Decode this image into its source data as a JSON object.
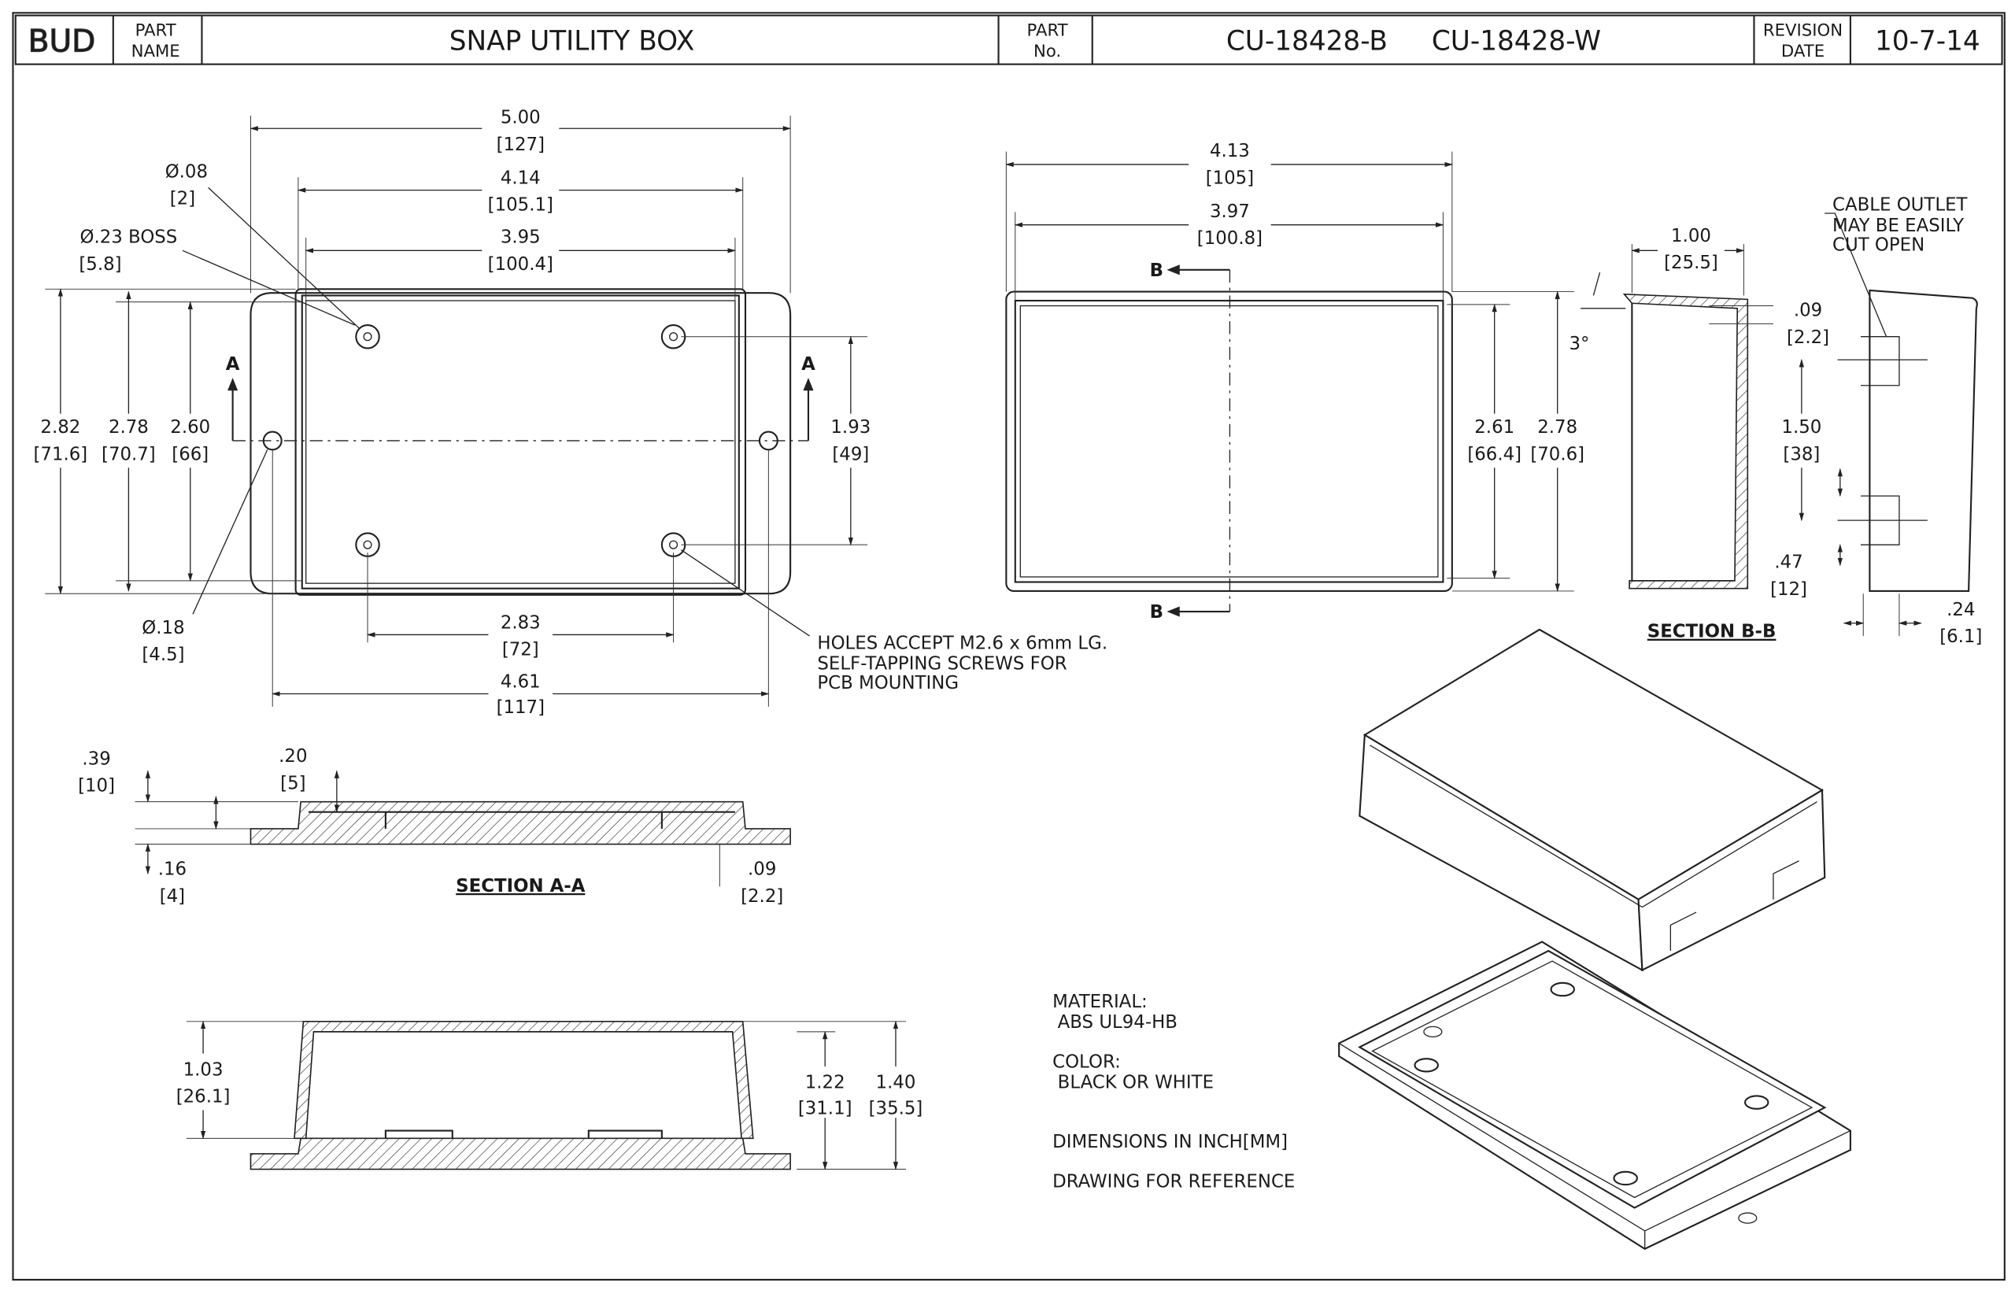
{
  "title_block": {
    "logo": "BUD",
    "part_name_label": [
      "PART",
      "NAME"
    ],
    "part_name": "SNAP UTILITY BOX",
    "part_no_label": [
      "PART",
      "No."
    ],
    "part_numbers": [
      "CU-18428-B",
      "CU-18428-W"
    ],
    "revision_label": [
      "REVISION",
      "DATE"
    ],
    "revision_date": "10-7-14"
  },
  "top_view": {
    "overall_width": [
      "5.00",
      "[127]"
    ],
    "inner_width": [
      "4.14",
      "[105.1]"
    ],
    "cavity_width": [
      "3.95",
      "[100.4]"
    ],
    "hole_dia": [
      "Ø.08",
      "[2]"
    ],
    "boss_dia": [
      "Ø.23 BOSS",
      "[5.8]"
    ],
    "overall_height": [
      "2.82",
      "[71.6]"
    ],
    "inner_height": [
      "2.78",
      "[70.7]"
    ],
    "cavity_height": [
      "2.60",
      "[66]"
    ],
    "hole_spacing_v": [
      "1.93",
      "[49]"
    ],
    "mount_hole_dia": [
      "Ø.18",
      "[4.5]"
    ],
    "hole_spacing_h": [
      "2.83",
      "[72]"
    ],
    "mount_spacing": [
      "4.61",
      "[117]"
    ],
    "section_marker": "A",
    "holes_note": [
      "HOLES ACCEPT M2.6 x 6mm LG.",
      "SELF-TAPPING SCREWS FOR",
      "PCB MOUNTING"
    ]
  },
  "cover_view": {
    "outer_width": [
      "4.13",
      "[105]"
    ],
    "inner_width": [
      "3.97",
      "[100.8]"
    ],
    "inner_height": [
      "2.61",
      "[66.4]"
    ],
    "outer_height": [
      "2.78",
      "[70.6]"
    ],
    "section_marker": "B"
  },
  "section_bb": {
    "title": "SECTION B-B",
    "depth": [
      "1.00",
      "[25.5]"
    ],
    "draft": "3°",
    "wall": [
      ".09",
      "[2.2]"
    ],
    "outlet_spacing": [
      "1.50",
      "[38]"
    ],
    "outlet_height": [
      ".47",
      "[12]"
    ],
    "outlet_depth": [
      ".24",
      "[6.1]"
    ],
    "cable_note": [
      "CABLE OUTLET",
      "MAY BE EASILY",
      "CUT OPEN"
    ]
  },
  "section_aa": {
    "title": "SECTION A-A",
    "height": [
      ".39",
      "[10]"
    ],
    "lip": [
      ".20",
      "[5]"
    ],
    "base": [
      ".16",
      "[4]"
    ],
    "flange": [
      ".09",
      "[2.2]"
    ]
  },
  "side_view": {
    "cover_height": [
      "1.03",
      "[26.1]"
    ],
    "body_height": [
      "1.22",
      "[31.1]"
    ],
    "total_height": [
      "1.40",
      "[35.5]"
    ]
  },
  "notes": {
    "material_label": "MATERIAL:",
    "material": "ABS UL94-HB",
    "color_label": "COLOR:",
    "color": "BLACK OR WHITE",
    "units": "DIMENSIONS IN INCH[MM]",
    "reference": "DRAWING FOR REFERENCE"
  }
}
